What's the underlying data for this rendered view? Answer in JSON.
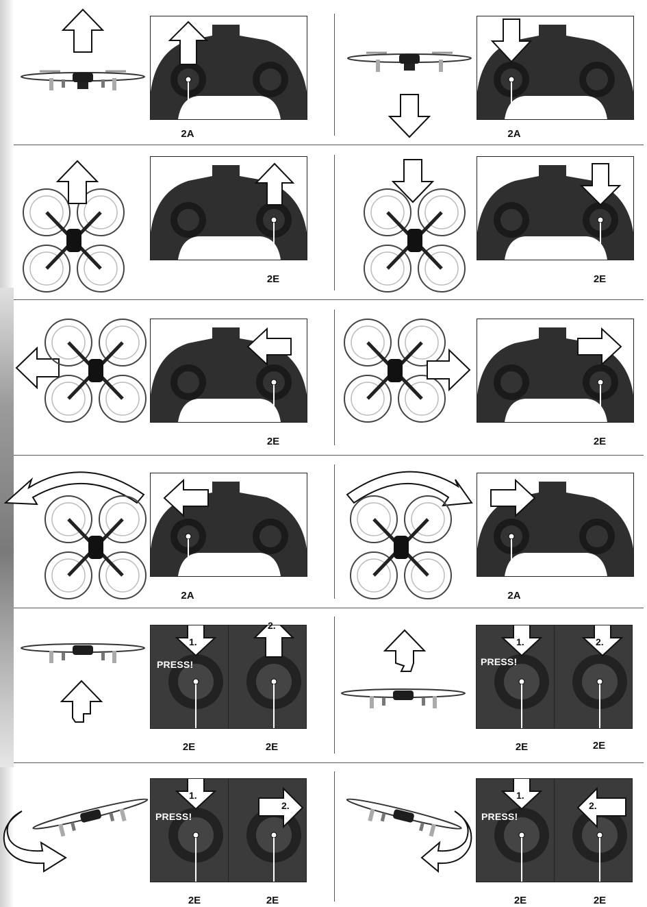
{
  "labels": {
    "stick_left": "2A",
    "stick_right": "2E",
    "press": "PRESS!",
    "step1": "1.",
    "step2": "2."
  },
  "colors": {
    "controller": "#2f2f2f",
    "arrow_fill": "#ffffff",
    "arrow_stroke": "#111111",
    "divider": "#555555"
  },
  "icons": {
    "drone_side": "drone-side-icon",
    "drone_top": "drone-top-icon",
    "arrow": "arrow-icon",
    "curved_arrow": "curved-arrow-icon"
  }
}
